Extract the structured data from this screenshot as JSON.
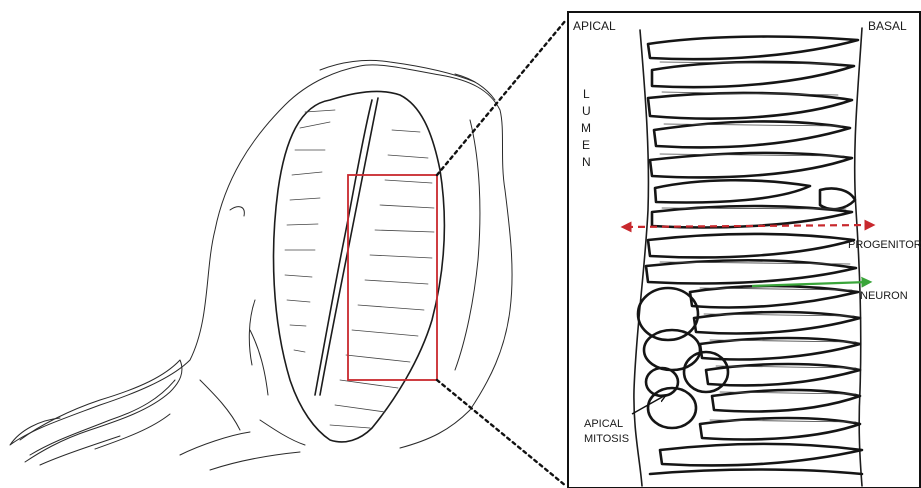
{
  "labels": {
    "apical": "APICAL",
    "basal": "BASAL",
    "lumen": [
      "L",
      "U",
      "M",
      "E",
      "N"
    ],
    "progenitor": "PROGENITOR",
    "neuron": "NEURON",
    "apical_mitosis_line1": "APICAL",
    "apical_mitosis_line2": "MITOSIS"
  },
  "colors": {
    "highlight_box": "#c8282d",
    "progenitor_arrow": "#c8282d",
    "neuron_arrow": "#3aa53a",
    "ink": "#1a1a1a"
  }
}
